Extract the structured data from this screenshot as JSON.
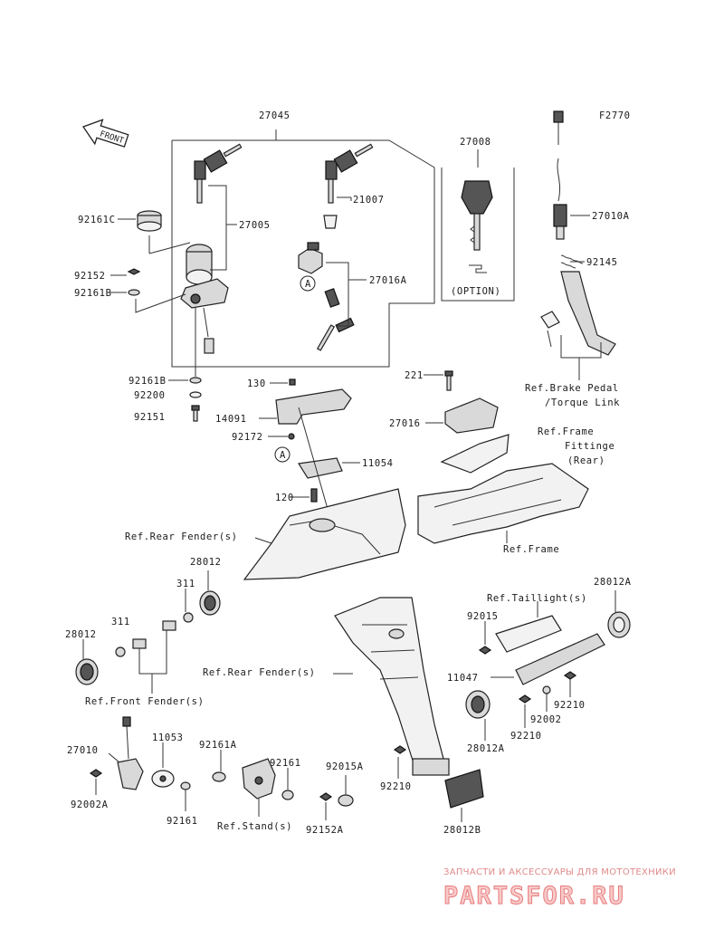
{
  "diagram_code": "F2770",
  "front_arrow": "FRONT",
  "labels": {
    "p27045": "27045",
    "p27008": "27008",
    "p21007": "21007",
    "p27005": "27005",
    "p92161C": "92161C",
    "p92152": "92152",
    "p92161B_top": "92161B",
    "p27016A": "27016A",
    "option": "(OPTION)",
    "p27010A": "27010A",
    "p92145": "92145",
    "ref_brake_1": "Ref.Brake Pedal",
    "ref_brake_2": "/Torque Link",
    "p92161B_low": "92161B",
    "p92200": "92200",
    "p92151": "92151",
    "p130": "130",
    "p14091": "14091",
    "p92172": "92172",
    "p11054": "11054",
    "p120": "120",
    "p221": "221",
    "p27016": "27016",
    "ref_frame_fit_1": "Ref.Frame",
    "ref_frame_fit_2": "Fittinge",
    "ref_frame_fit_3": "(Rear)",
    "ref_frame": "Ref.Frame",
    "ref_rear_fender_1": "Ref.Rear Fender(s)",
    "ref_rear_fender_2": "Ref.Rear Fender(s)",
    "p28012_top": "28012",
    "p311_a": "311",
    "p311_b": "311",
    "p28012_left": "28012",
    "ref_front_fender": "Ref.Front Fender(s)",
    "p28012A_top": "28012A",
    "ref_taillight": "Ref.Taillight(s)",
    "p92015": "92015",
    "p11047": "11047",
    "p92210_a": "92210",
    "p92002": "92002",
    "p92210_b": "92210",
    "p28012A_low": "28012A",
    "p27010": "27010",
    "p11053": "11053",
    "p92161A": "92161A",
    "p92161_a": "92161",
    "p92015A": "92015A",
    "p92002A": "92002A",
    "p92161_b": "92161",
    "ref_stand": "Ref.Stand(s)",
    "p92152A": "92152A",
    "p92210_c": "92210",
    "p28012B": "28012B",
    "marker_a1": "A",
    "marker_a2": "A"
  },
  "watermark": {
    "tagline": "ЗАПЧАСТИ И АКСЕССУАРЫ ДЛЯ МОТОТЕХНИКИ",
    "brand": "PARTSFOR.RU",
    "color": "#e05555"
  }
}
